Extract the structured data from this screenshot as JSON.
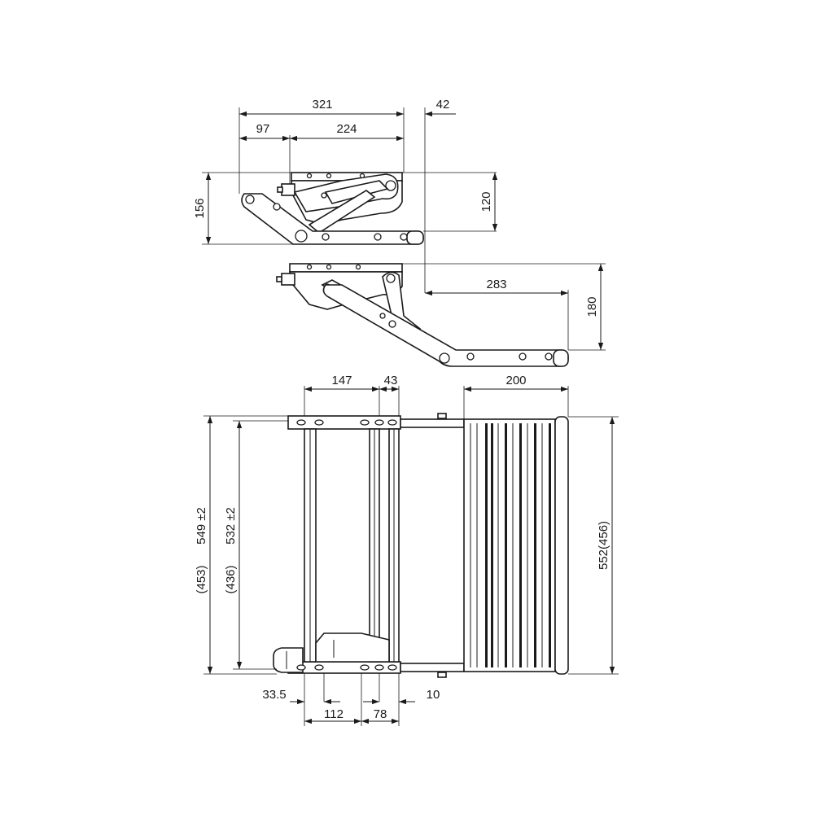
{
  "dimensions": {
    "top_overall": "321",
    "top_offset": "42",
    "top_left": "97",
    "top_right": "224",
    "top_height": "156",
    "top_right_height": "120",
    "mid_extension": "283",
    "mid_height": "180",
    "plan_width_left": "147",
    "plan_width_gap": "43",
    "plan_step": "200",
    "plan_outer_height": "549 ±2",
    "plan_outer_height_alt": "(453)",
    "plan_inner_height": "532 ±2",
    "plan_inner_height_alt": "(436)",
    "plan_step_depth": "552(456)",
    "bottom_a": "33.5",
    "bottom_b": "112",
    "bottom_c": "78",
    "bottom_d": "10"
  }
}
